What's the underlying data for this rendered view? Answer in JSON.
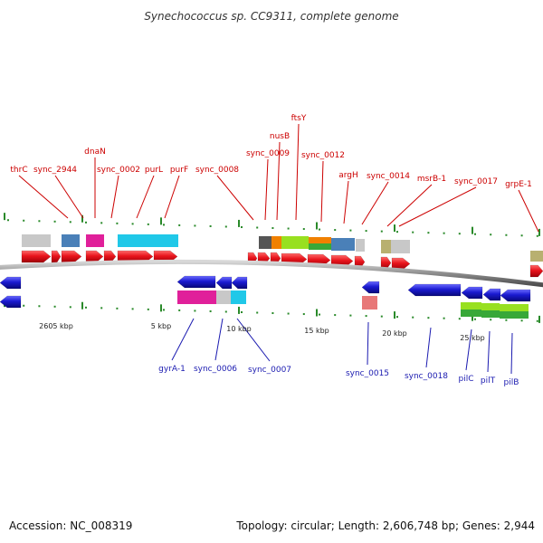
{
  "title": "Synechococcus sp. CC9311, complete genome",
  "footer": {
    "accession": "Accession: NC_008319",
    "summary": "Topology: circular; Length: 2,606,748 bp; Genes: 2,944"
  },
  "scale_labels": [
    "2605 kbp",
    "5 kbp",
    "10 kbp",
    "15 kbp",
    "20 kbp",
    "25 kbp"
  ],
  "forward_labels": [
    "thrC",
    "sync_2944",
    "dnaN",
    "sync_0002",
    "purL",
    "purF",
    "sync_0008",
    "sync_0009",
    "nusB",
    "ftsY",
    "sync_0012",
    "argH",
    "sync_0014",
    "msrB-1",
    "sync_0017",
    "grpE-1"
  ],
  "reverse_labels": [
    "gyrA-1",
    "sync_0006",
    "sync_0007",
    "sync_0015",
    "sync_0018",
    "pilC",
    "pilT",
    "pilB"
  ],
  "colors": {
    "forward_gene": "#e8141c",
    "reverse_gene": "#1a1ad0",
    "forward_label": "#cc0000",
    "reverse_label": "#1a1ab0",
    "backbone": "#8a8a8a",
    "tick": "#2a8a2a",
    "feature_gray": "#c8c8c8",
    "feature_steelblue": "#4a80b8",
    "feature_magenta": "#e0209a",
    "feature_cyan": "#20c8e8",
    "feature_darkgray": "#555555",
    "feature_orange": "#f08000",
    "feature_lime": "#98e020",
    "feature_green": "#38a838",
    "feature_khaki": "#b8b070",
    "feature_pink": "#e87878"
  }
}
